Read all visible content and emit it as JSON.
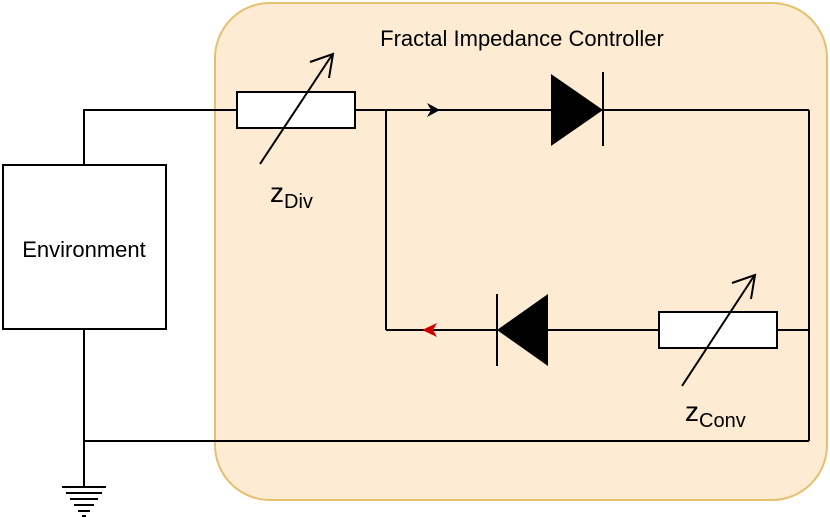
{
  "controller": {
    "title": "Fractal Impedance Controller",
    "fill_color": "#FDEBD3",
    "border_color": "#E6C06F"
  },
  "environment": {
    "label": "Environment"
  },
  "impedances": {
    "div": {
      "symbol": "z",
      "subscript": "Div"
    },
    "conv": {
      "symbol": "z",
      "subscript": "Conv"
    }
  },
  "arrows": {
    "forward_color": "#000000",
    "return_color": "#CC0000"
  }
}
